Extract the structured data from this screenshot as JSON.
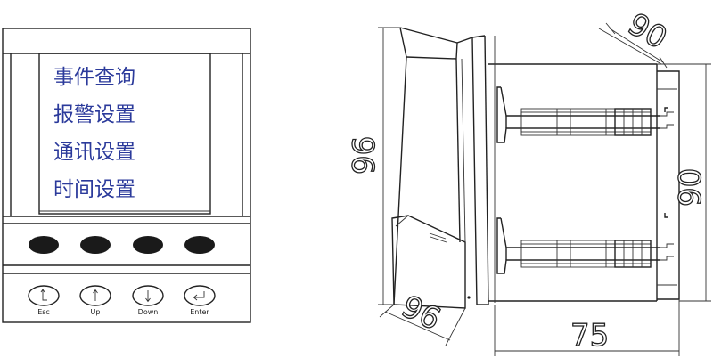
{
  "front_view": {
    "menu_items": [
      "事件查询",
      "报警设置",
      "通讯设置",
      "时间设置"
    ],
    "buttons": [
      {
        "label": "Esc",
        "icon": "return-arrow-icon"
      },
      {
        "label": "Up",
        "icon": "up-arrow-icon"
      },
      {
        "label": "Down",
        "icon": "down-arrow-icon"
      },
      {
        "label": "Enter",
        "icon": "enter-arrow-icon"
      }
    ]
  },
  "side_view": {
    "dimensions": {
      "top_depth": "90",
      "front_height": "96",
      "bottom_depth": "96",
      "body_height": "90",
      "body_length": "75"
    }
  }
}
